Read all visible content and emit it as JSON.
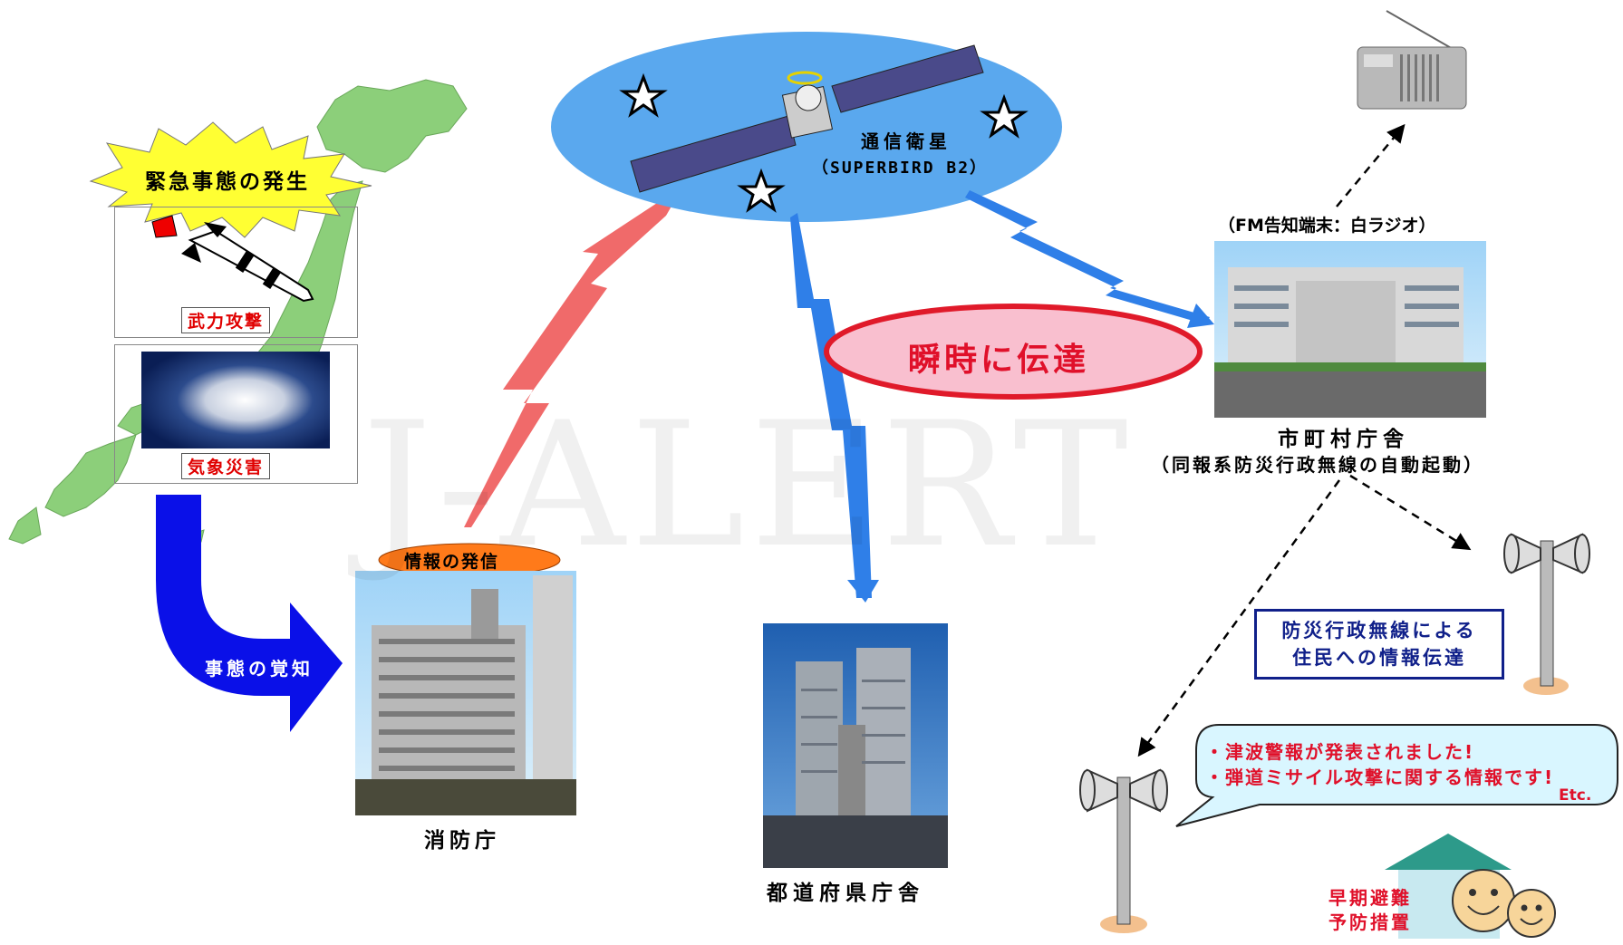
{
  "watermark": "J-ALERT",
  "emergency": {
    "title": "緊急事態の発生",
    "attack_label": "武力攻撃",
    "weather_label": "気象災害"
  },
  "awareness_label": "事態の覚知",
  "fdma": {
    "tag": "情報の発信",
    "name": "消防庁"
  },
  "satellite": {
    "name": "通信衛星",
    "model": "（SUPERBIRD B2）"
  },
  "instant_label": "瞬時に伝達",
  "prefecture_label": "都道府県庁舎",
  "radio_label": "（FM告知端末：白ラジオ）",
  "municipal": {
    "name": "市町村庁舎",
    "sub": "（同報系防災行政無線の自動起動）"
  },
  "broadcast_box": {
    "line1": "防災行政無線による",
    "line2": "住民への情報伝達"
  },
  "bubble": {
    "line1": "・津波警報が発表されました!",
    "line2": "・弾道ミサイル攻撃に関する情報です!",
    "etc": "Etc."
  },
  "response": {
    "line1": "早期避難",
    "line2": "予防措置"
  },
  "colors": {
    "japan": "#8ccf7a",
    "ellipse": "#5aa8ee",
    "blue_arrow": "#0a10e8",
    "red_bolt": "#f06a6a",
    "blue_bolt": "#2f7fe8",
    "burst": "#ffff33",
    "orange_tag": "#ff7a1a",
    "roof": "#2d9a8a"
  }
}
